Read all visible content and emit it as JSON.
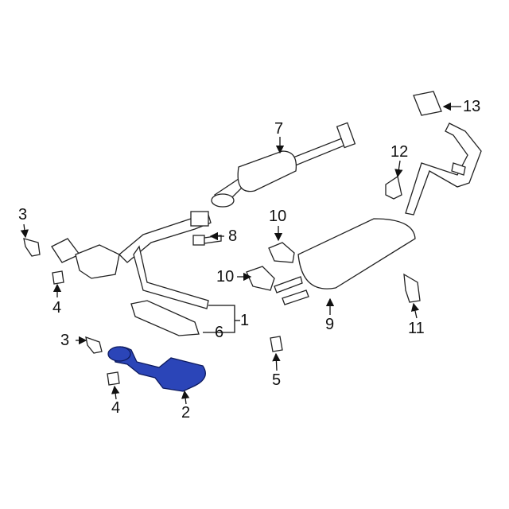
{
  "diagram": {
    "title": "Exhaust system parts diagram",
    "highlight_color": "#2b45b8",
    "callouts": [
      {
        "id": "c7",
        "label": "7"
      },
      {
        "id": "c13",
        "label": "13"
      },
      {
        "id": "c12",
        "label": "12"
      },
      {
        "id": "c3a",
        "label": "3"
      },
      {
        "id": "c10a",
        "label": "10"
      },
      {
        "id": "c8",
        "label": "8"
      },
      {
        "id": "c4a",
        "label": "4"
      },
      {
        "id": "c10b",
        "label": "10"
      },
      {
        "id": "c1",
        "label": "1"
      },
      {
        "id": "c9",
        "label": "9"
      },
      {
        "id": "c11",
        "label": "11"
      },
      {
        "id": "c6",
        "label": "6"
      },
      {
        "id": "c3b",
        "label": "3"
      },
      {
        "id": "c5",
        "label": "5"
      },
      {
        "id": "c4b",
        "label": "4"
      },
      {
        "id": "c2",
        "label": "2"
      }
    ]
  }
}
